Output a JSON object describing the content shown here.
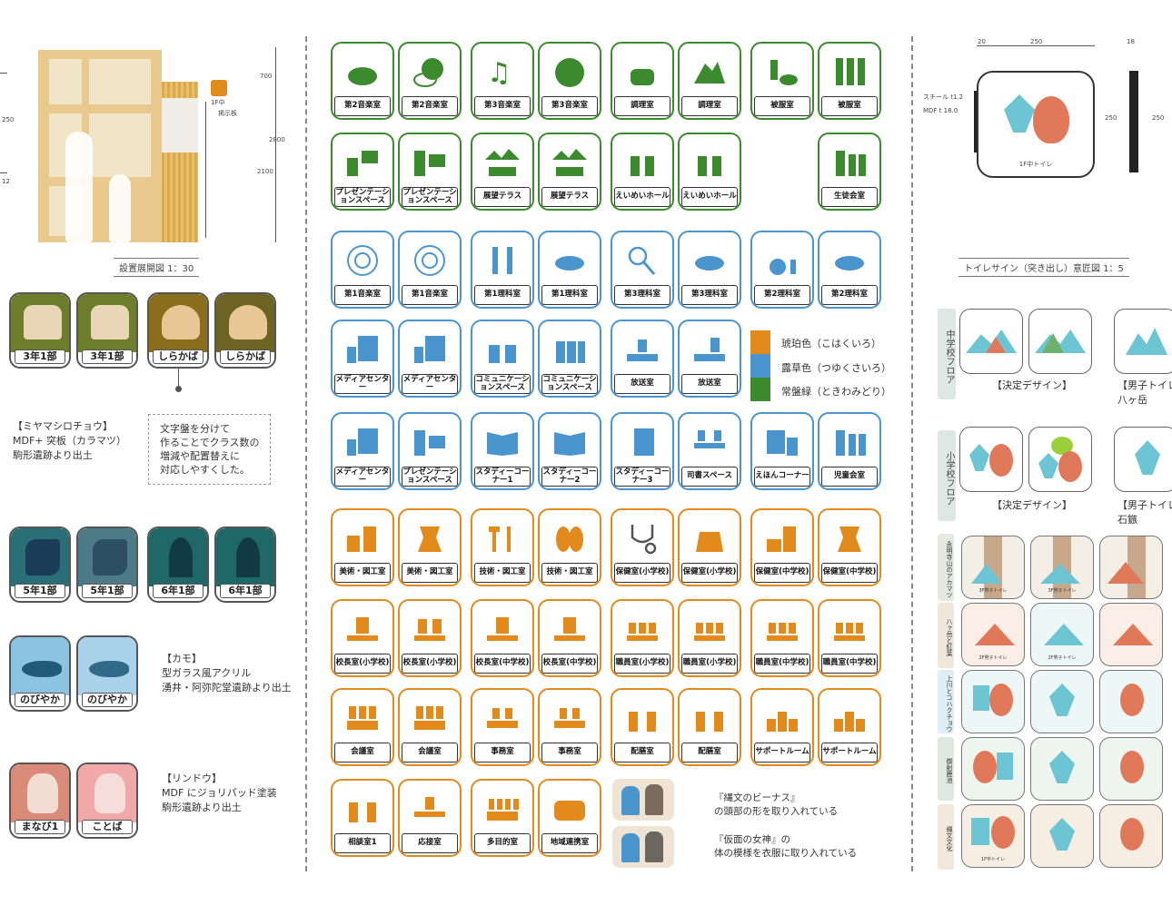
{
  "left": {
    "elevation_caption": "設置展開図 1：30",
    "dims": {
      "d700": "700",
      "d2800": "2800",
      "d2100": "2100",
      "d250": "250",
      "d12": "12"
    },
    "board_label": "掲示板",
    "sign_small": "1F中",
    "tiles_row1": [
      "3年1部",
      "3年1部",
      "しらかば",
      "しらかば"
    ],
    "tiles_row2": [
      "5年1部",
      "5年1部",
      "6年1部",
      "6年1部"
    ],
    "tiles_row3": [
      "のびやか",
      "のびやか"
    ],
    "tiles_row4": [
      "まなび1",
      "ことば"
    ],
    "note1": [
      "【ミヤマシロチョウ】",
      "MDF+ 突板（カラマツ）",
      "駒形遺跡より出土"
    ],
    "note_box": [
      "文字盤を分けて",
      "作ることでクラス数の",
      "増減や配置替えに",
      "対応しやすくした。"
    ],
    "note2": [
      "【カモ】",
      "型ガラス風アクリル",
      "湧井・阿弥陀堂遺跡より出土"
    ],
    "note3": [
      "【リンドウ】",
      "MDF にジョリパッド塗装",
      "駒形遺跡より出土"
    ]
  },
  "grid": {
    "green_row1": [
      "第2音楽室",
      "第2音楽室",
      "第3音楽室",
      "第3音楽室",
      "調理室",
      "調理室",
      "被服室",
      "被服室"
    ],
    "green_row2": [
      "プレゼンテーションスペース",
      "プレゼンテーションスペース",
      "展望テラス",
      "展望テラス",
      "えいめいホール",
      "えいめいホール",
      "",
      "生徒会室"
    ],
    "blue_row1": [
      "第1音楽室",
      "第1音楽室",
      "第1理科室",
      "第1理科室",
      "第3理科室",
      "第3理科室",
      "第2理科室",
      "第2理科室"
    ],
    "blue_row2": [
      "メディアセンター",
      "メディアセンター",
      "コミュニケーションスペース",
      "コミュニケーションスペース",
      "放送室",
      "放送室"
    ],
    "blue_row3": [
      "メディアセンター",
      "プレゼンテーションスペース",
      "スタディーコーナー1",
      "スタディーコーナー2",
      "スタディーコーナー3",
      "司書スペース",
      "えほんコーナー",
      "児童会室"
    ],
    "orange_row1": [
      "美術・図工室",
      "美術・図工室",
      "技術・図工室",
      "技術・図工室",
      "保健室(小学校)",
      "保健室(小学校)",
      "保健室(中学校)",
      "保健室(中学校)"
    ],
    "orange_row2": [
      "校長室(小学校)",
      "校長室(小学校)",
      "校長室(中学校)",
      "校長室(中学校)",
      "職員室(小学校)",
      "職員室(小学校)",
      "職員室(中学校)",
      "職員室(中学校)"
    ],
    "orange_row3": [
      "会議室",
      "会議室",
      "事務室",
      "事務室",
      "配膳室",
      "配膳室",
      "サポートルーム",
      "サポートルーム"
    ],
    "orange_row4": [
      "相談室1",
      "応接室",
      "多目的室",
      "地域連携室"
    ],
    "legend": [
      {
        "label": "琥珀色（こはくいろ）",
        "color": "#e38a1d"
      },
      {
        "label": "露草色（つゆくさいろ）",
        "color": "#4b95cf"
      },
      {
        "label": "常盤緑（ときわみどり）",
        "color": "#3b8a2e"
      }
    ],
    "jomon_note1": [
      "『縄文のビーナス』",
      "の頭部の形を取り入れている"
    ],
    "jomon_note2": [
      "『仮面の女神』の",
      "体の模様を衣服に取り入れている"
    ]
  },
  "right": {
    "dims": {
      "d20": "20",
      "d250": "250",
      "d18": "18",
      "d250b": "250",
      "d250c": "250"
    },
    "material1": "スチール t1.2",
    "material2": "MDF t 18.0",
    "sign_text": "1F中トイレ",
    "caption": "トイレサイン（突き出し）意匠図 1：5",
    "floor_jh": "中学校フロア",
    "floor_es": "小学校フロア",
    "decided1": "【決定デザイン】",
    "decided2": "【決定デザイン】",
    "male1": [
      "【男子トイレ",
      "八ヶ岳"
    ],
    "male2": [
      "【男子トイレ",
      "石鏃"
    ],
    "pattern_tabs": [
      "永明寺山のアカマツ",
      "八ヶ岳と紅葉",
      "上川とコハクチョウ",
      "御射鹿池",
      "縄文文化"
    ],
    "mini_labels": [
      "3F男子トイレ",
      "3F男子トイレ",
      "2F男子トイレ",
      "2F男子トイレ",
      "1F中トイレ"
    ]
  }
}
